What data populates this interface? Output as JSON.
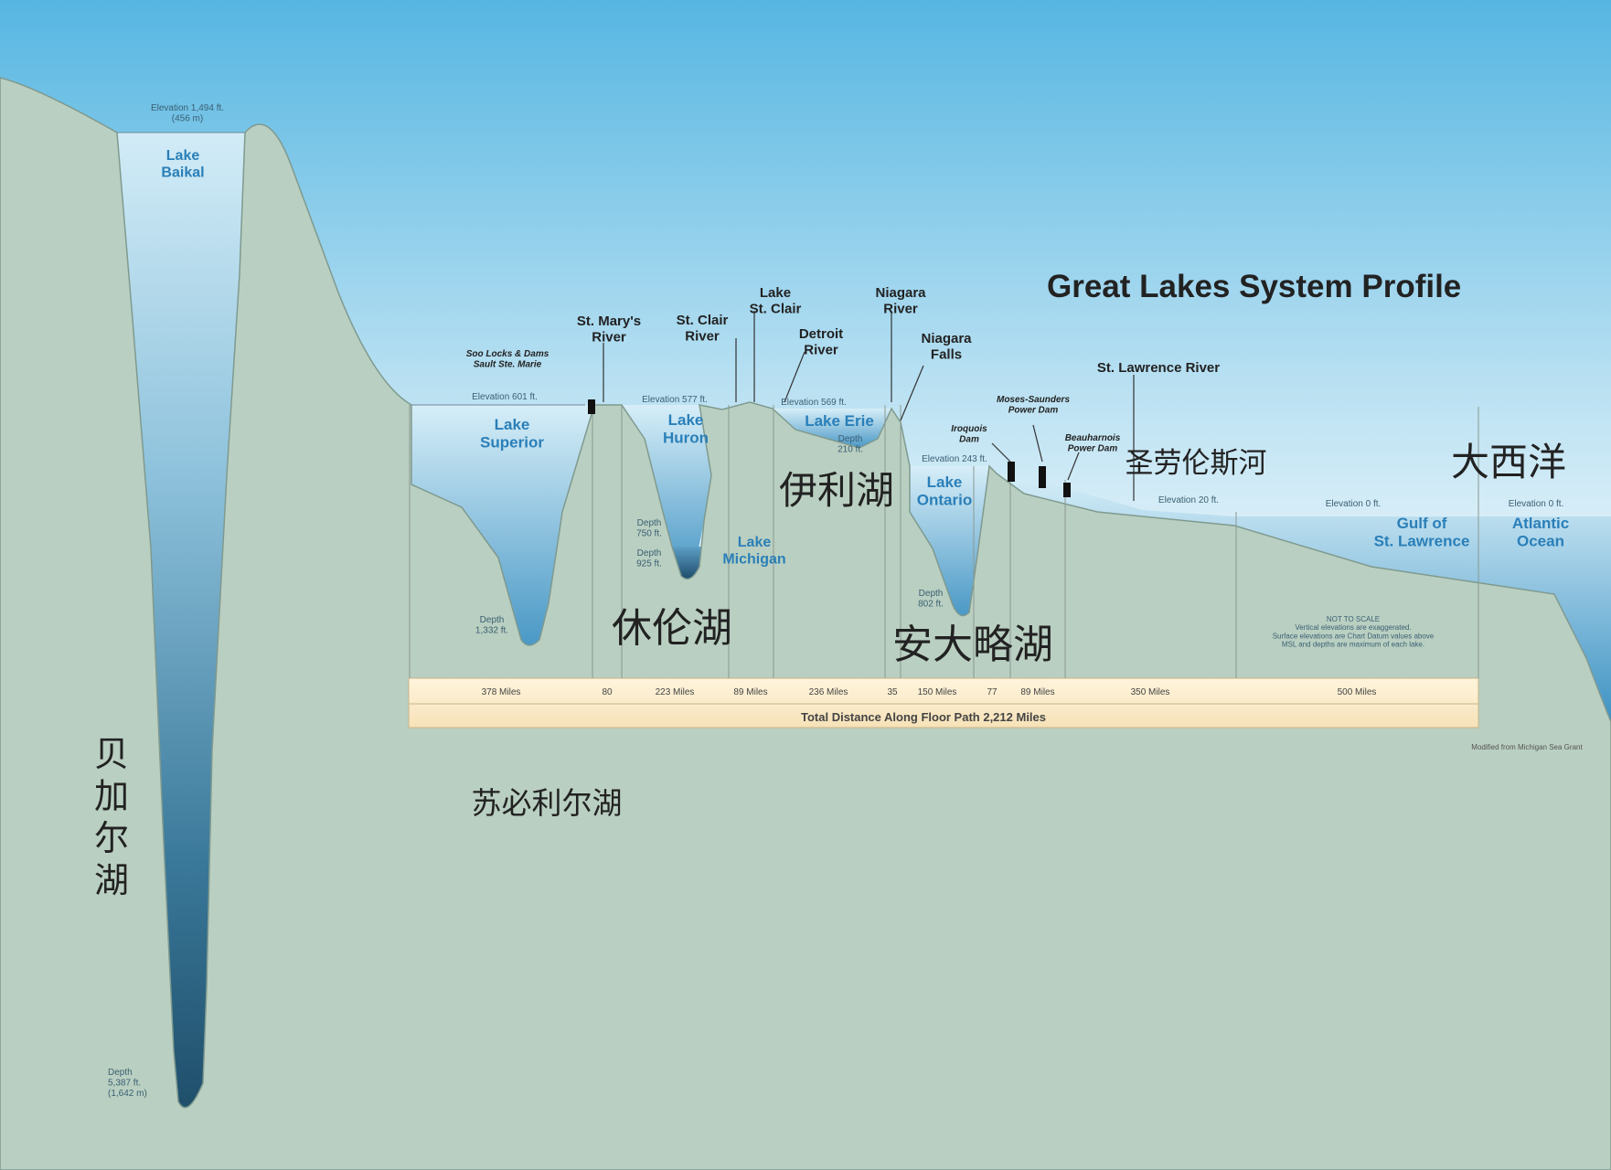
{
  "title": "Great Lakes System Profile",
  "baikal": {
    "name": "Lake\nBaikal",
    "elevation": "Elevation 1,494 ft.\n(456 m)",
    "depth": "Depth\n5,387 ft.\n(1,642 m)",
    "cn_label": "贝\n加\n尔\n湖"
  },
  "superior": {
    "name": "Lake\nSuperior",
    "elevation": "Elevation 601 ft.",
    "depth": "Depth\n1,332 ft.",
    "cn_label": "苏必利尔湖"
  },
  "huron": {
    "name": "Lake\nHuron",
    "elevation": "Elevation 577 ft.",
    "depth_huron": "Depth\n750 ft.",
    "cn_label": "休伦湖"
  },
  "michigan": {
    "name": "Lake\nMichigan",
    "depth": "Depth\n925 ft."
  },
  "erie": {
    "name": "Lake Erie",
    "elevation": "Elevation 569 ft.",
    "depth": "Depth\n210 ft.",
    "cn_label": "伊利湖"
  },
  "ontario": {
    "name": "Lake\nOntario",
    "elevation": "Elevation 243 ft.",
    "depth": "Depth\n802 ft.",
    "cn_label": "安大略湖"
  },
  "st_lawrence": {
    "name": "St. Lawrence River",
    "elevation": "Elevation 20 ft.",
    "cn_label": "圣劳伦斯河"
  },
  "gulf": {
    "name": "Gulf of\nSt. Lawrence",
    "elevation": "Elevation 0 ft."
  },
  "atlantic": {
    "name": "Atlantic\nOcean",
    "elevation": "Elevation 0 ft.",
    "cn_label": "大西洋"
  },
  "features": {
    "soo_locks": "Soo Locks & Dams\nSault Ste. Marie",
    "st_marys": "St. Mary's\nRiver",
    "st_clair_river": "St. Clair\nRiver",
    "lake_st_clair": "Lake\nSt. Clair",
    "detroit_river": "Detroit\nRiver",
    "niagara_river": "Niagara\nRiver",
    "niagara_falls": "Niagara\nFalls",
    "iroquois_dam": "Iroquois\nDam",
    "moses_saunders": "Moses-Saunders\nPower Dam",
    "beauharnois": "Beauharnois\nPower Dam"
  },
  "distances": {
    "segments": [
      "378 Miles",
      "80",
      "223 Miles",
      "89 Miles",
      "236 Miles",
      "35",
      "150 Miles",
      "77",
      "89 Miles",
      "350 Miles",
      "500 Miles"
    ],
    "total": "Total Distance Along Floor Path 2,212 Miles"
  },
  "note": "NOT TO SCALE\nVertical elevations are exaggerated.\nSurface elevations are Chart Datum values above\nMSL and depths are maximum of each lake.",
  "credit": "Modified from Michigan Sea Grant",
  "colors": {
    "land": "#b9cfc1",
    "water_top": "#bfe1f1",
    "water_deep": "#2d6c8a",
    "sky_top": "#4fb3e0",
    "label_blue": "#2a7fb8"
  }
}
